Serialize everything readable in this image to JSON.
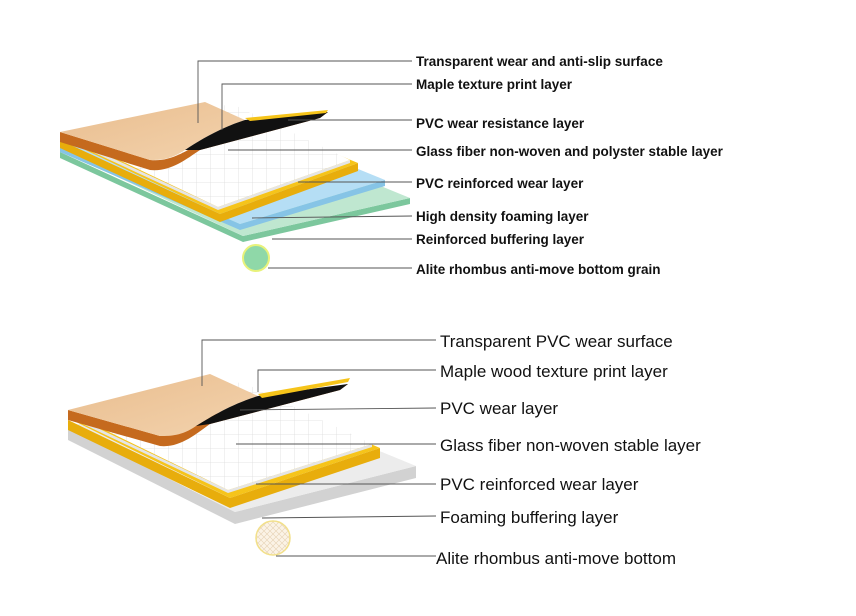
{
  "diagram1": {
    "labels": [
      "Transparent wear and anti-slip surface",
      "Maple texture print layer",
      "PVC wear resistance layer",
      "Glass fiber non-woven and polyster stable layer",
      "PVC reinforced wear layer",
      "High density foaming layer",
      "Reinforced buffering layer",
      "Alite rhombus anti-move bottom grain"
    ]
  },
  "diagram2": {
    "labels": [
      "Transparent PVC wear surface",
      "Maple wood texture print layer",
      "PVC wear layer",
      "Glass fiber non-woven stable layer",
      "PVC reinforced wear layer",
      "Foaming buffering layer",
      "Alite rhombus anti-move bottom"
    ]
  },
  "colors": {
    "wood_top": "#f0c9a0",
    "wood_edge": "#c56a1e",
    "black_layer": "#111111",
    "yellow": "#f6c41a",
    "grid_white": "#ffffff",
    "grid_line": "#dcdcdc",
    "blue_foam": "#aedcf4",
    "green_base": "#92d6b0",
    "grey_base": "#e4e4e4",
    "leader_line": "#555555"
  }
}
